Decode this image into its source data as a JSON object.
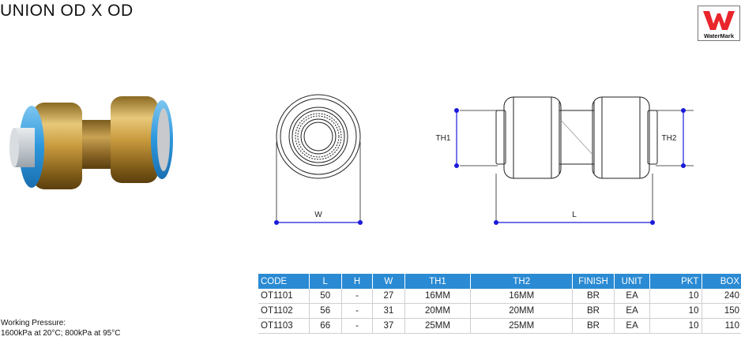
{
  "title": "UNION OD X OD",
  "logo": {
    "text": "WaterMark",
    "color": "#e8262c"
  },
  "drawing": {
    "label_w": "W",
    "label_l": "L",
    "label_th1": "TH1",
    "label_th2": "TH2",
    "dim_color": "#1a1adb"
  },
  "table": {
    "header_color": "#2a8ad3",
    "headers": [
      "CODE",
      "L",
      "H",
      "W",
      "TH1",
      "TH2",
      "FINISH",
      "UNIT",
      "PKT",
      "BOX"
    ],
    "rows": [
      [
        "OT1101",
        "50",
        "-",
        "27",
        "16MM",
        "16MM",
        "BR",
        "EA",
        "10",
        "240"
      ],
      [
        "OT1102",
        "56",
        "-",
        "31",
        "20MM",
        "20MM",
        "BR",
        "EA",
        "10",
        "150"
      ],
      [
        "OT1103",
        "66",
        "-",
        "37",
        "25MM",
        "25MM",
        "BR",
        "EA",
        "10",
        "110"
      ]
    ]
  },
  "pressure": {
    "line1": "Working Pressure:",
    "line2": "1600kPa at 20°C; 800kPa at 95°C"
  }
}
